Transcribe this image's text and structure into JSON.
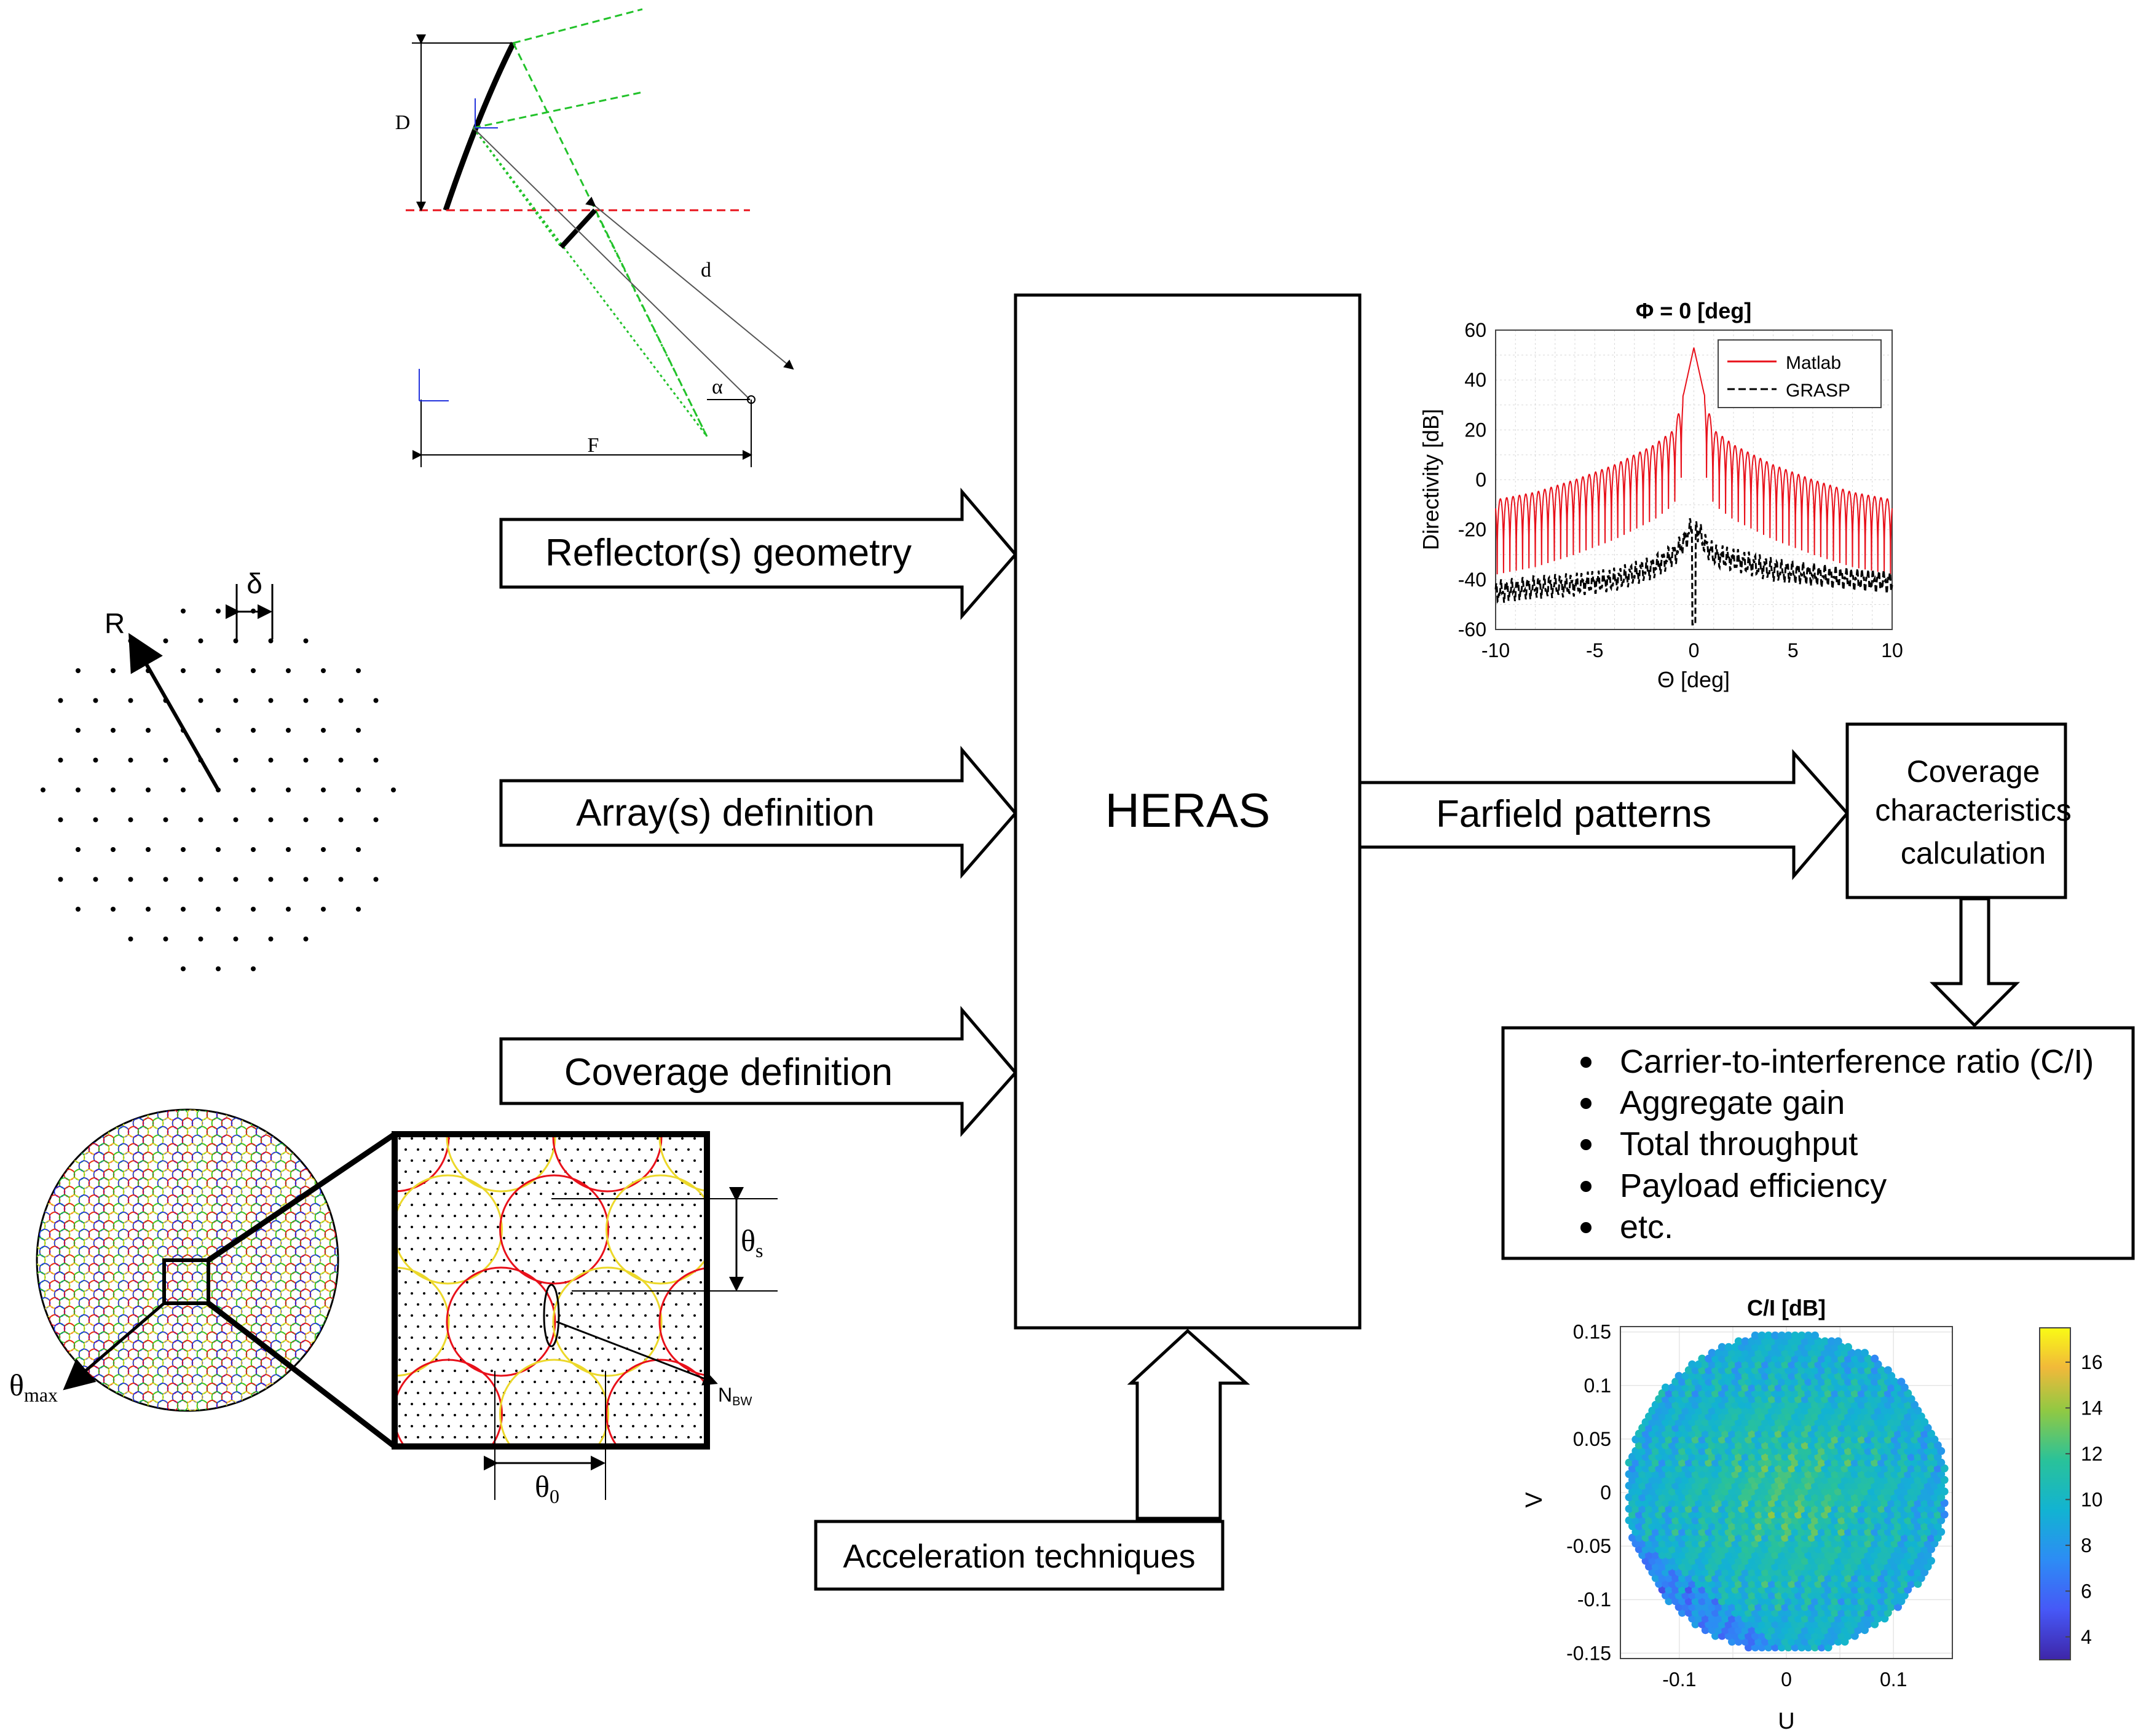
{
  "main_block": {
    "label": "HERAS"
  },
  "inputs": {
    "reflector": "Reflector(s) geometry",
    "array": "Array(s) definition",
    "coverage": "Coverage definition",
    "acceleration": "Acceleration techniques"
  },
  "outputs": {
    "farfield": "Farfield patterns",
    "calc": [
      "Coverage",
      "characteristics",
      "calculation"
    ],
    "results": [
      "Carrier-to-interference ratio (C/I)",
      "Aggregate gain",
      "Total throughput",
      "Payload efficiency",
      "etc."
    ]
  },
  "reflector_sketch": {
    "labels": {
      "D": "D",
      "d": "d",
      "F": "F",
      "alpha": "α"
    }
  },
  "array_sketch": {
    "labels": {
      "R": "R",
      "delta": "δ"
    }
  },
  "coverage_sketch": {
    "labels": {
      "theta_max": "θ",
      "theta_max_sub": "max",
      "theta_s": "θ",
      "theta_s_sub": "s",
      "theta_0": "θ",
      "theta_0_sub": "0",
      "nbw": "N",
      "nbw_sub": "BW"
    },
    "beam_colors": [
      "#e8101a",
      "#1a2ee8",
      "#ecd82a",
      "#22c22a"
    ]
  },
  "colors": {
    "matlab": "#e8101a",
    "grasp": "#000000",
    "beam_green": "#22c22a",
    "beam_red": "#e8101a"
  },
  "chart_data": [
    {
      "type": "line",
      "title": "Φ = 0 [deg]",
      "xlabel": "Θ [deg]",
      "ylabel": "Directivity [dB]",
      "xlim": [
        -10,
        10
      ],
      "ylim": [
        -60,
        60
      ],
      "xticks": [
        "-10",
        "-5",
        "0",
        "5",
        "10"
      ],
      "yticks": [
        "-60",
        "-40",
        "-20",
        "0",
        "20",
        "40",
        "60"
      ],
      "grid": true,
      "legend": "top-right",
      "series": [
        {
          "name": "Matlab",
          "color": "#e8101a",
          "style": "solid",
          "x": [
            -10,
            -8,
            -6,
            -4,
            -2,
            -1,
            -0.5,
            0,
            0.5,
            1,
            2,
            4,
            6,
            8,
            10
          ],
          "y": [
            -8,
            -5,
            0,
            6,
            14,
            20,
            35,
            53,
            35,
            20,
            14,
            6,
            0,
            -5,
            -8
          ]
        },
        {
          "name": "GRASP",
          "color": "#000000",
          "style": "dashed",
          "x": [
            -10,
            -8,
            -6,
            -4,
            -2,
            -1,
            -0.5,
            0,
            0.5,
            1,
            2,
            4,
            6,
            8,
            10
          ],
          "y": [
            -45,
            -43,
            -42,
            -40,
            -35,
            -30,
            -25,
            -17,
            -25,
            -30,
            -32,
            -36,
            -38,
            -40,
            -41
          ]
        }
      ]
    },
    {
      "type": "heatmap",
      "title": "C/I [dB]",
      "xlabel": "U",
      "ylabel": "V",
      "xlim": [
        -0.155,
        0.155
      ],
      "ylim": [
        -0.155,
        0.155
      ],
      "xticks": [
        "-0.1",
        "0",
        "0.1"
      ],
      "yticks": [
        "-0.15",
        "-0.1",
        "-0.05",
        "0",
        "0.05",
        "0.1",
        "0.15"
      ],
      "colorbar": {
        "min": 3,
        "max": 17.5,
        "ticks": [
          "4",
          "6",
          "8",
          "10",
          "12",
          "14",
          "16"
        ]
      },
      "coverage_radius": 0.15,
      "typical_value": 12
    }
  ]
}
